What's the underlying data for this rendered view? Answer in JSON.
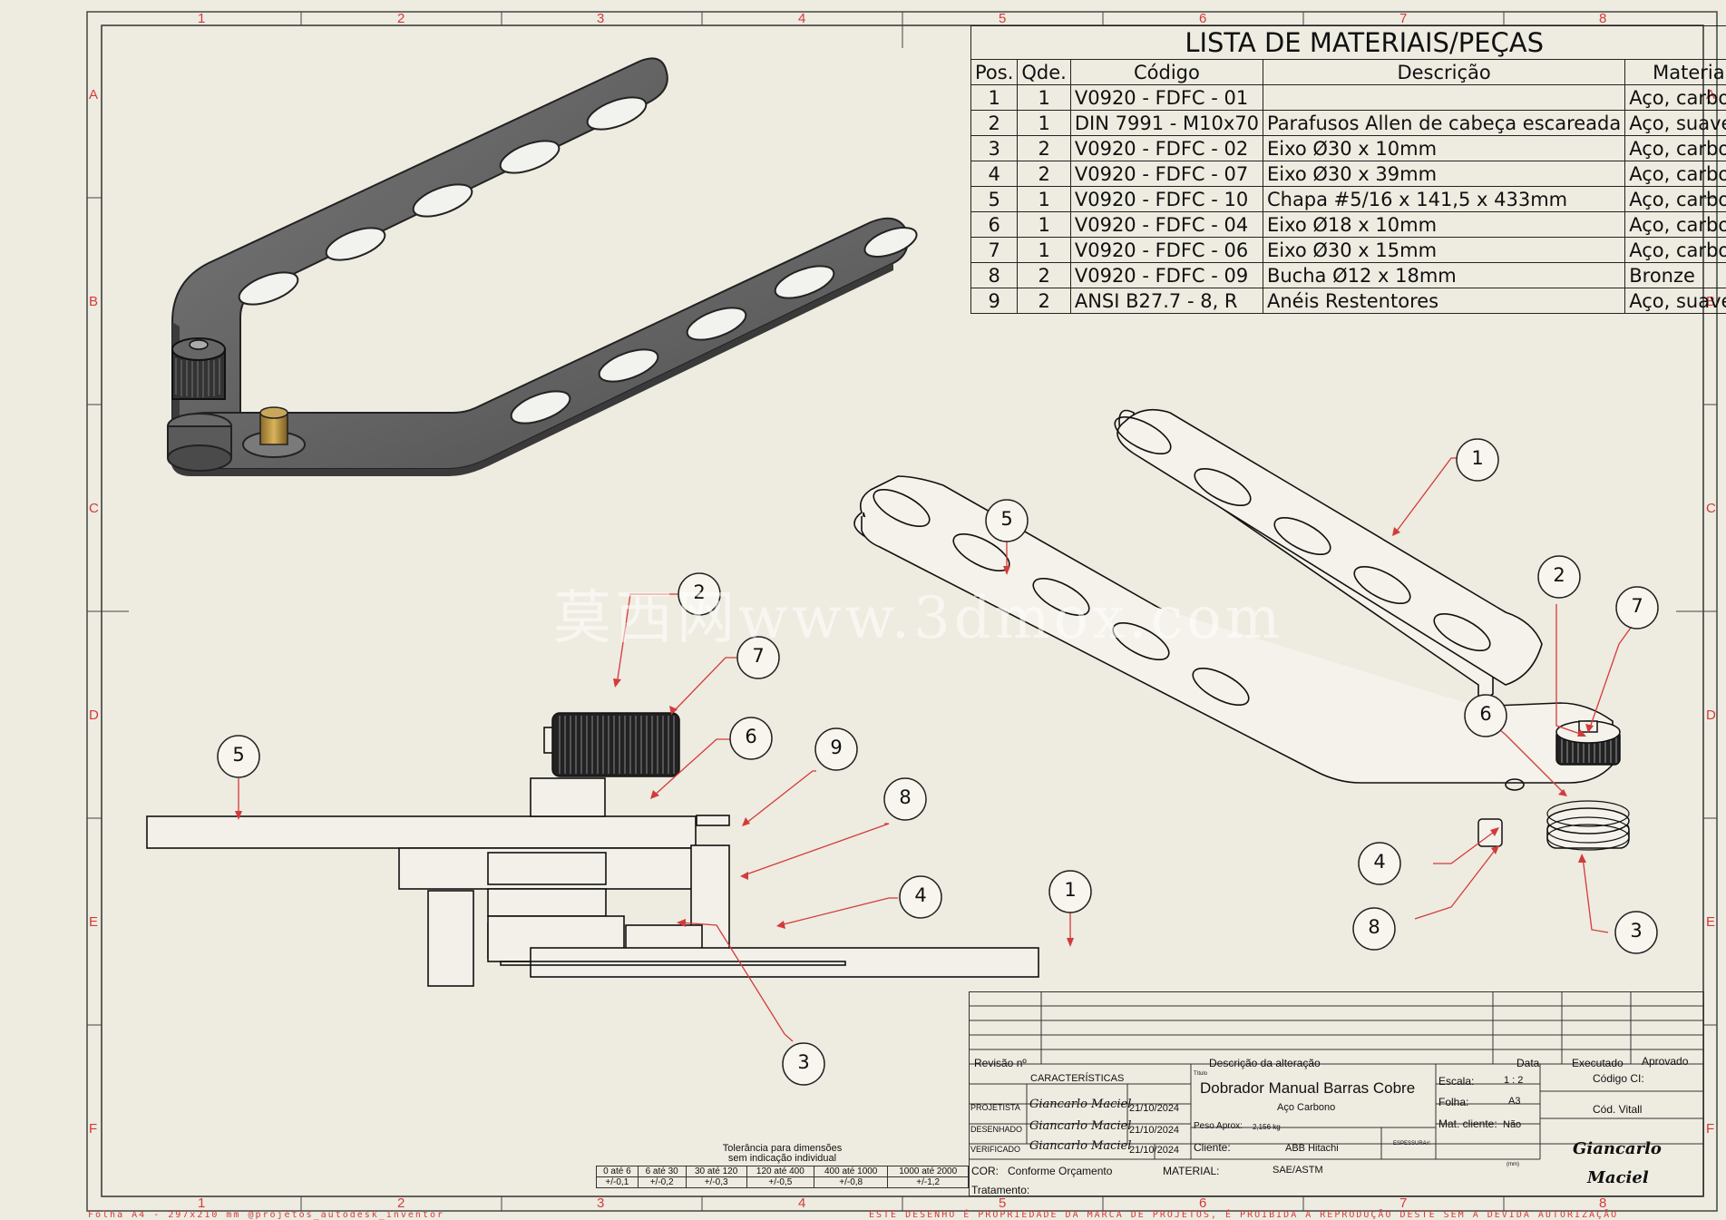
{
  "zones": {
    "columns": [
      "1",
      "2",
      "3",
      "4",
      "5",
      "6",
      "7",
      "8"
    ],
    "rows": [
      "A",
      "B",
      "C",
      "D",
      "E",
      "F"
    ]
  },
  "bom": {
    "title": "LISTA DE MATERIAIS/PEÇAS",
    "headers": [
      "Pos.",
      "Qde.",
      "Código",
      "Descrição",
      "Material"
    ],
    "rows": [
      [
        "1",
        "1",
        "V0920 - FDFC - 01",
        "",
        "Aço, carbono"
      ],
      [
        "2",
        "1",
        "DIN 7991 - M10x70",
        "Parafusos Allen de cabeça escareada",
        "Aço, suave"
      ],
      [
        "3",
        "2",
        "V0920 - FDFC - 02",
        "Eixo Ø30 x 10mm",
        "Aço, carbono"
      ],
      [
        "4",
        "2",
        "V0920 - FDFC - 07",
        "Eixo Ø30 x 39mm",
        "Aço, carbono"
      ],
      [
        "5",
        "1",
        "V0920 - FDFC - 10",
        "Chapa #5/16 x 141,5 x 433mm",
        "Aço, carbono"
      ],
      [
        "6",
        "1",
        "V0920 - FDFC - 04",
        "Eixo Ø18 x 10mm",
        "Aço, carbono"
      ],
      [
        "7",
        "1",
        "V0920 - FDFC - 06",
        "Eixo Ø30 x 15mm",
        "Aço, carbono"
      ],
      [
        "8",
        "2",
        "V0920 - FDFC - 09",
        "Bucha Ø12 x 18mm",
        "Bronze"
      ],
      [
        "9",
        "2",
        "ANSI B27.7 - 8, R",
        "Anéis Restentores",
        "Aço, suave"
      ]
    ]
  },
  "balloons": {
    "side_view": [
      "2",
      "7",
      "6",
      "9",
      "8",
      "5",
      "4",
      "1",
      "3"
    ],
    "iso_view": [
      "1",
      "5",
      "2",
      "7",
      "6",
      "4",
      "8",
      "3"
    ]
  },
  "title_block": {
    "revisao_label": "Revisão nº",
    "descricao_label": "Descrição da alteração",
    "data_label": "Data",
    "executado_label": "Executado",
    "aprovado_label": "Aprovado",
    "caracteristicas_label": "CARACTERÍSTICAS",
    "titulo_label": "Título",
    "titulo": "Dobrador Manual Barras Cobre",
    "subtitulo": "Aço Carbono",
    "escala_label": "Escala:",
    "escala": "1 : 2",
    "folha_label": "Folha:",
    "folha": "A3",
    "mat_cliente_label": "Mat. cliente:",
    "mat_cliente": "Não",
    "codigo_ci_label": "Código CI:",
    "cod_vitall_label": "Cód. Vitall",
    "projetista_label": "PROJETISTA",
    "desenhado_label": "DESENHADO",
    "verificado_label": "VERIFICADO",
    "signature": "Giancarlo Maciel",
    "date": "21/10/2024",
    "peso_label": "Peso Aprox:",
    "peso": "2,156 kg",
    "cliente_label": "Cliente:",
    "cliente": "ABB Hitachi",
    "espessura_label": "ESPESSURA#:",
    "espessura_unit": "(mm)",
    "cor_label": "COR:",
    "cor": "Conforme Orçamento",
    "material_label": "MATERIAL:",
    "material": "SAE/ASTM",
    "tratamento_label": "Tratamento:",
    "company": "Giancarlo",
    "company2": "Maciel"
  },
  "tolerance": {
    "title": "Tolerância para dimensões",
    "subtitle": "sem indicação individual",
    "ranges": [
      "0 até 6",
      "6 até 30",
      "30 até 120",
      "120 até 400",
      "400 até 1000",
      "1000 até 2000"
    ],
    "values": [
      "+/-0,1",
      "+/-0,2",
      "+/-0,3",
      "+/-0,5",
      "+/-0,8",
      "+/-1,2"
    ]
  },
  "watermark": "莫西网www.3dmox.com",
  "footer_left": "Folha A4 - 297x210 mm  @projetos_autodesk_inventor",
  "footer_right": "ESTE DESENHO É PROPRIEDADE DA MARCA DE PROJETOS, É PROIBIDA A REPRODUÇÃO DESTE SEM A DEVIDA AUTORIZAÇÃO"
}
